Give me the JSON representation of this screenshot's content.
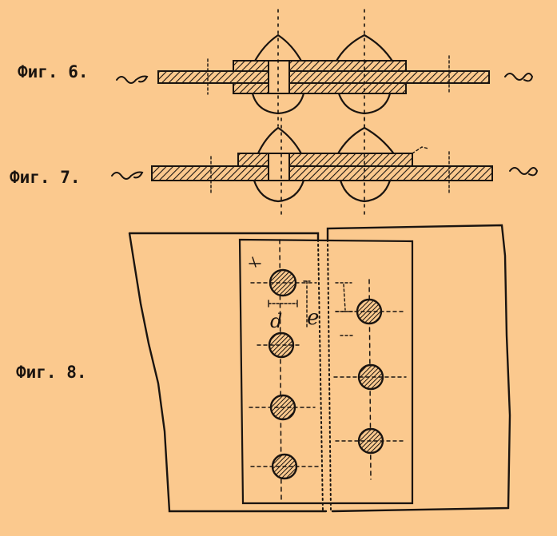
{
  "colors": {
    "paper": "#fbc98e",
    "ink": "#1a1410"
  },
  "figures": {
    "fig6": {
      "label": "Фиг. 6."
    },
    "fig7": {
      "label": "Фиг. 7."
    },
    "fig8": {
      "label": "Фиг. 8."
    }
  },
  "annotations": {
    "d": "d",
    "e": "e"
  }
}
